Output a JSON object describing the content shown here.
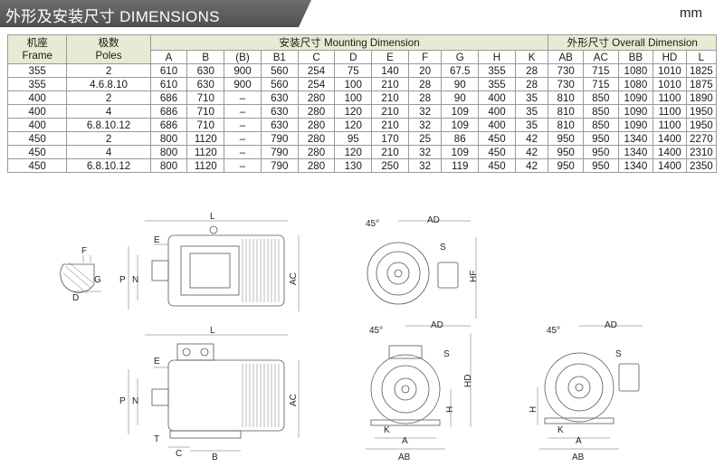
{
  "header": {
    "title": "外形及安装尺寸  DIMENSIONS",
    "unit": "mm"
  },
  "table": {
    "frame_header": "机座",
    "frame_header_en": "Frame",
    "poles_header": "极数",
    "poles_header_en": "Poles",
    "mounting_group": "安装尺寸 Mounting Dimension",
    "overall_group": "外形尺寸  Overall Dimension",
    "columns": [
      "A",
      "B",
      "(B)",
      "B1",
      "C",
      "D",
      "E",
      "F",
      "G",
      "H",
      "K",
      "AB",
      "AC",
      "BB",
      "HD",
      "L"
    ],
    "rows": [
      [
        "355",
        "2",
        "610",
        "630",
        "900",
        "560",
        "254",
        "75",
        "140",
        "20",
        "67.5",
        "355",
        "28",
        "730",
        "715",
        "1080",
        "1010",
        "1825"
      ],
      [
        "355",
        "4.6.8.10",
        "610",
        "630",
        "900",
        "560",
        "254",
        "100",
        "210",
        "28",
        "90",
        "355",
        "28",
        "730",
        "715",
        "1080",
        "1010",
        "1875"
      ],
      [
        "400",
        "2",
        "686",
        "710",
        "–",
        "630",
        "280",
        "100",
        "210",
        "28",
        "90",
        "400",
        "35",
        "810",
        "850",
        "1090",
        "1100",
        "1890"
      ],
      [
        "400",
        "4",
        "686",
        "710",
        "–",
        "630",
        "280",
        "120",
        "210",
        "32",
        "109",
        "400",
        "35",
        "810",
        "850",
        "1090",
        "1100",
        "1950"
      ],
      [
        "400",
        "6.8.10.12",
        "686",
        "710",
        "–",
        "630",
        "280",
        "120",
        "210",
        "32",
        "109",
        "400",
        "35",
        "810",
        "850",
        "1090",
        "1100",
        "1950"
      ],
      [
        "450",
        "2",
        "800",
        "1120",
        "–",
        "790",
        "280",
        "95",
        "170",
        "25",
        "86",
        "450",
        "42",
        "950",
        "950",
        "1340",
        "1400",
        "2270"
      ],
      [
        "450",
        "4",
        "800",
        "1120",
        "–",
        "790",
        "280",
        "120",
        "210",
        "32",
        "109",
        "450",
        "42",
        "950",
        "950",
        "1340",
        "1400",
        "2310"
      ],
      [
        "450",
        "6.8.10.12",
        "800",
        "1120",
        "–",
        "790",
        "280",
        "130",
        "250",
        "32",
        "119",
        "450",
        "42",
        "950",
        "950",
        "1340",
        "1400",
        "2350"
      ]
    ]
  },
  "drawing_labels": {
    "key_detail": {
      "f": "F",
      "g": "G",
      "d": "D"
    },
    "side_top": {
      "l": "L",
      "e": "E",
      "p": "P",
      "n": "N",
      "ac": "AC"
    },
    "side_bottom": {
      "l": "L",
      "e": "E",
      "p": "P",
      "n": "N",
      "ac": "AC",
      "c": "C",
      "b": "B",
      "t": "T"
    },
    "front_top": {
      "angle": "45°",
      "ad": "AD",
      "s": "S",
      "hf": "HF"
    },
    "front_mid": {
      "angle": "45°",
      "ad": "AD",
      "s": "S",
      "hd": "HD",
      "h": "H",
      "k": "K",
      "a": "A",
      "ab": "AB"
    },
    "front_right": {
      "angle": "45°",
      "ad": "AD",
      "s": "S",
      "h": "H",
      "k": "K",
      "a": "A",
      "ab": "AB"
    }
  }
}
